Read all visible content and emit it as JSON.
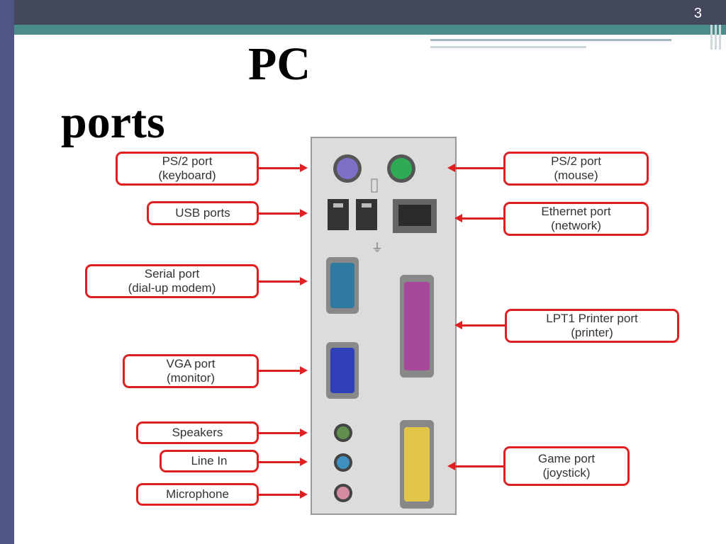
{
  "slide": {
    "number": "3",
    "title_line1": "PC",
    "title_line2": "ports"
  },
  "labels": {
    "ps2_keyboard": {
      "line1": "PS/2 port",
      "line2": "(keyboard)"
    },
    "ps2_mouse": {
      "line1": "PS/2 port",
      "line2": "(mouse)"
    },
    "usb": {
      "line1": "USB ports"
    },
    "ethernet": {
      "line1": "Ethernet port",
      "line2": "(network)"
    },
    "serial": {
      "line1": "Serial port",
      "line2": "(dial-up modem)"
    },
    "lpt1": {
      "line1": "LPT1 Printer port",
      "line2": "(printer)"
    },
    "vga": {
      "line1": "VGA port",
      "line2": "(monitor)"
    },
    "speakers": {
      "line1": "Speakers"
    },
    "line_in": {
      "line1": "Line In"
    },
    "microphone": {
      "line1": "Microphone"
    },
    "game": {
      "line1": "Game port",
      "line2": "(joystick)"
    }
  },
  "colors": {
    "ps2_keyboard": "#7d6fc6",
    "ps2_mouse": "#2faa55",
    "serial": "#2e7aa0",
    "lpt1": "#a8489a",
    "vga": "#3040b8",
    "game": "#e2c64a",
    "speakers": "#5f8f4a",
    "line_in": "#3d90c0",
    "microphone": "#d58aa0"
  }
}
